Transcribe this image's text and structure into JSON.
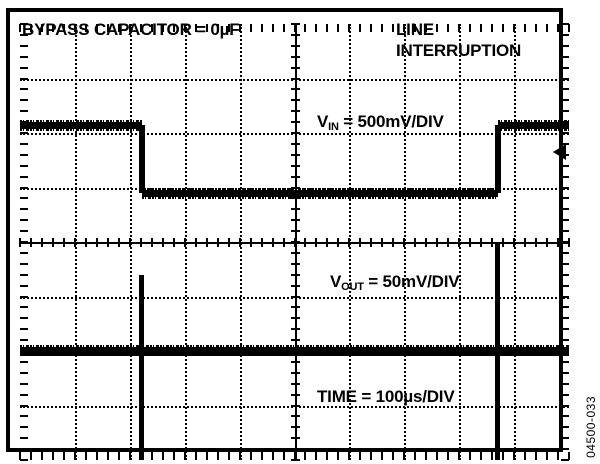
{
  "figure": {
    "id_code": "04500-033",
    "instrument": "oscilloscope-capture"
  },
  "header": {
    "left_label": "BYPASS CAPACITOR = 0µF",
    "right_label_line1": "LINE",
    "right_label_line2": "INTERRUPTION"
  },
  "annotations": {
    "vin": {
      "symbol": "V",
      "subscript": "IN",
      "equals": " = ",
      "value": "500mV/DIV"
    },
    "vout": {
      "symbol": "V",
      "subscript": "OUT",
      "equals": " = ",
      "value": "50mV/DIV"
    },
    "time": {
      "label": "TIME = 100µs/DIV"
    }
  },
  "marker": {
    "name": "ground-level-arrow",
    "glyph": "◀"
  },
  "chart_data": {
    "type": "line",
    "title": "BYPASS CAPACITOR = 0µF",
    "subtitle": "LINE INTERRUPTION",
    "xlabel": "TIME = 100µs/DIV",
    "grid": true,
    "legend_position": "none",
    "graticule": {
      "columns": 10,
      "rows": 8,
      "minor_ticks_per_division": 5
    },
    "axes": {
      "time_per_division_us": 100,
      "time_span_us": 1000,
      "xlim": [
        0,
        1000
      ]
    },
    "series": [
      {
        "name": "V_IN",
        "label": "V_IN = 500mV/DIV",
        "volts_per_division": 0.5,
        "units": "V",
        "channel_row_band": [
          1,
          3
        ],
        "description": "Input line voltage showing an interruption: high level, drop to low level, then recovery.",
        "x": [
          0,
          222,
          222,
          870,
          870,
          1000
        ],
        "y_divisions": [
          6.15,
          6.15,
          4.9,
          4.9,
          6.15,
          6.15
        ],
        "events": [
          {
            "name": "falling-edge",
            "time_us": 222
          },
          {
            "name": "rising-edge",
            "time_us": 870
          }
        ]
      },
      {
        "name": "V_OUT",
        "label": "V_OUT = 50mV/DIV",
        "volts_per_division": 0.05,
        "units": "V",
        "channel_row_band": [
          4,
          6
        ],
        "description": "Output voltage holds flat with narrow transient spikes coincident with the input edges.",
        "x": [
          0,
          222,
          222,
          870,
          870,
          1000
        ],
        "y_divisions": [
          2.0,
          2.0,
          2.0,
          2.0,
          2.0,
          2.0
        ],
        "spikes": [
          {
            "name": "spike-on-falling-edge",
            "time_us": 222,
            "peak_divisions": 3.4
          },
          {
            "name": "spike-on-rising-edge",
            "time_us": 870,
            "peak_divisions": 4.0
          }
        ]
      }
    ]
  }
}
